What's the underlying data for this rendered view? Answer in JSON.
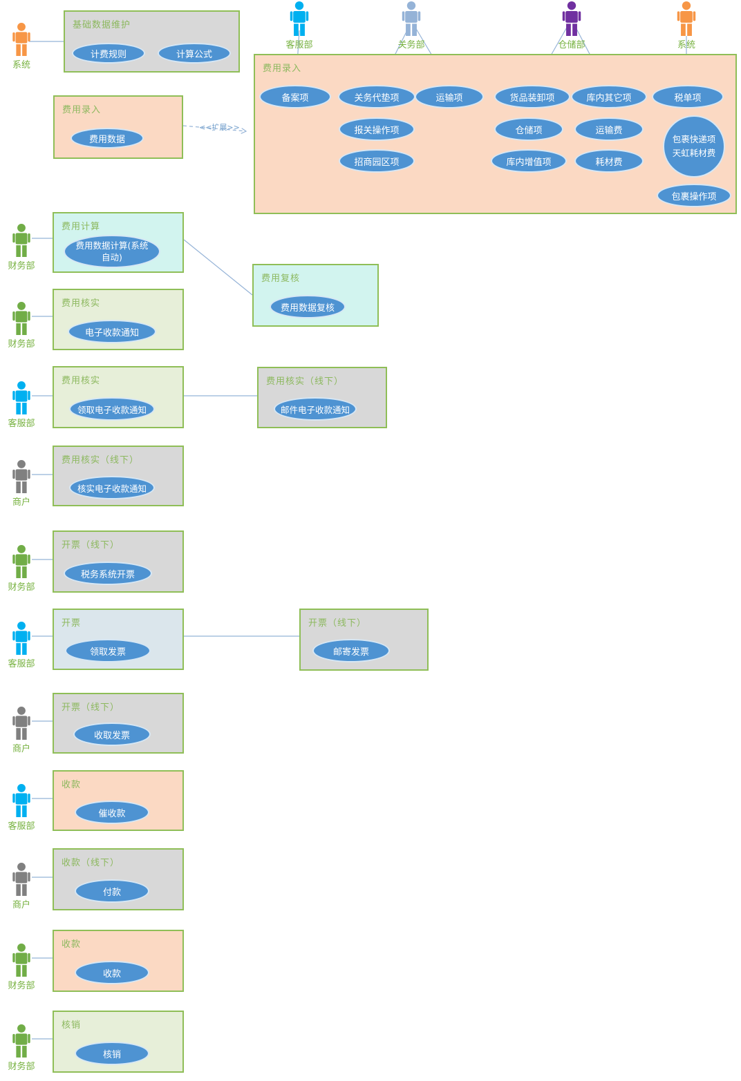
{
  "extend_label": "<<扩展>>",
  "actors": {
    "top_left": "系统",
    "top": [
      "客服部",
      "关务部",
      "仓储部",
      "系统"
    ]
  },
  "boxes": {
    "base_data": {
      "title": "基础数据维护",
      "usecases": [
        "计费规则",
        "计算公式"
      ]
    },
    "fee_entry_small": {
      "title": "费用录入",
      "usecases": [
        "费用数据"
      ]
    },
    "fee_entry_main": {
      "title": "费用录入",
      "items": [
        "备案项",
        "关务代垫项",
        "运输项",
        "货品装卸项",
        "库内其它项",
        "税单项",
        "报关操作项",
        "仓储项",
        "运输费",
        "招商园区项",
        "库内增值项",
        "耗材费",
        "包裹操作项"
      ],
      "parcel_circle": [
        "包裹快递项",
        "天虹耗材费"
      ]
    }
  },
  "sections": [
    {
      "actor": "财务部",
      "title": "费用计算",
      "usecase": "费用数据计算(系统自动)"
    },
    {
      "actor": "财务部",
      "title": "费用核实",
      "usecase": "电子收款通知"
    },
    {
      "actor": "客服部",
      "title": "费用核实",
      "usecase": "领取电子收款通知"
    },
    {
      "actor": "商户",
      "title": "费用核实（线下）",
      "usecase": "核实电子收款通知"
    },
    {
      "actor": "财务部",
      "title": "开票（线下）",
      "usecase": "税务系统开票"
    },
    {
      "actor": "客服部",
      "title": "开票",
      "usecase": "领取发票"
    },
    {
      "actor": "商户",
      "title": "开票（线下）",
      "usecase": "收取发票"
    },
    {
      "actor": "客服部",
      "title": "收款",
      "usecase": "催收款"
    },
    {
      "actor": "商户",
      "title": "收款（线下）",
      "usecase": "付款"
    },
    {
      "actor": "财务部",
      "title": "收款",
      "usecase": "收款"
    },
    {
      "actor": "财务部",
      "title": "核销",
      "usecase": "核销"
    }
  ],
  "linked": {
    "fee_review": {
      "title": "费用复核",
      "usecase": "费用数据复核"
    },
    "fee_verify_offline": {
      "title": "费用核实（线下）",
      "usecase": "邮件电子收款通知"
    },
    "invoice_mail_offline": {
      "title": "开票（线下）",
      "usecase": "邮寄发票"
    }
  },
  "colors": {
    "box_border": "#8fbe57",
    "box_fill_peach": "#fbd9c3",
    "box_fill_gray": "#d8d8d8",
    "box_fill_lightgreen": "#e7efd9",
    "box_fill_cyan": "#d2f4ef",
    "box_fill_lightblue": "#dbe6ec",
    "box_title_green": "#8cb85e",
    "usecase_blue": "#4e93d2",
    "usecase_border": "#d6e7f5",
    "connector_blue": "#95b3d7",
    "actor_label_green": "#76b13f",
    "actor_finance": "#71ad47",
    "actor_cs": "#00b0f0",
    "actor_merchant": "#808080",
    "actor_system": "#f79646",
    "actor_customs": "#95b3d7",
    "actor_warehouse": "#7030a0"
  }
}
